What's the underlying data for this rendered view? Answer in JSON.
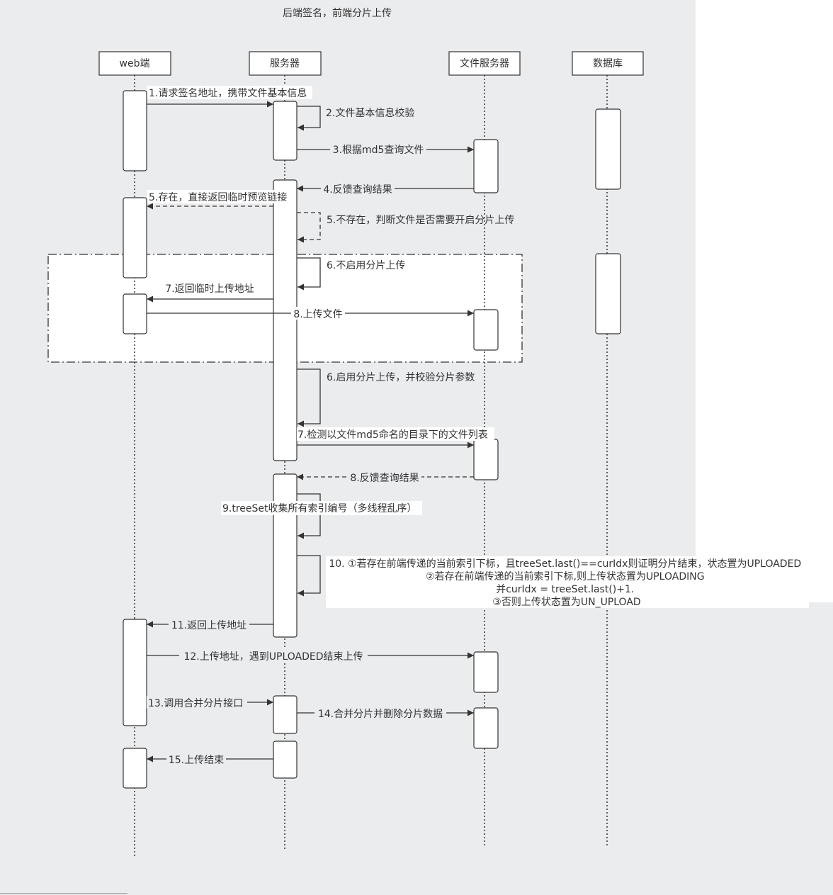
{
  "title": "后端签名，前端分片上传",
  "colors": {
    "canvas": "#ebecee",
    "line": "#333333",
    "box_fill": "#ffffff"
  },
  "participants": [
    {
      "id": "web",
      "label": "web端"
    },
    {
      "id": "server",
      "label": "服务器"
    },
    {
      "id": "fileserver",
      "label": "文件服务器"
    },
    {
      "id": "db",
      "label": "数据库"
    }
  ],
  "messages": [
    {
      "id": "m1",
      "label": "1.请求签名地址，携带文件基本信息"
    },
    {
      "id": "m2",
      "label": "2.文件基本信息校验"
    },
    {
      "id": "m3",
      "label": "3.根据md5查询文件"
    },
    {
      "id": "m4",
      "label": "4.反馈查询结果"
    },
    {
      "id": "m5a",
      "label": "5.存在，直接返回临时预览链接"
    },
    {
      "id": "m5b",
      "label": "5.不存在，判断文件是否需要开启分片上传"
    },
    {
      "id": "m6a",
      "label": "6.不启用分片上传"
    },
    {
      "id": "m7a",
      "label": "7.返回临时上传地址"
    },
    {
      "id": "m8a",
      "label": "8.上传文件"
    },
    {
      "id": "m6b",
      "label": "6.启用分片上传，并校验分片参数"
    },
    {
      "id": "m7b",
      "label": "7.检测以文件md5命名的目录下的文件列表"
    },
    {
      "id": "m8b",
      "label": "8.反馈查询结果"
    },
    {
      "id": "m9",
      "label": "9.treeSet收集所有索引编号（多线程乱序）"
    },
    {
      "id": "m10",
      "lines": [
        "10. ①若存在前端传递的当前索引下标，且treeSet.last()==curIdx则证明分片结束，状态置为UPLOADED",
        "②若存在前端传递的当前索引下标,则上传状态置为UPLOADING",
        "并curIdx = treeSet.last()+1.",
        "③否则上传状态置为UN_UPLOAD"
      ]
    },
    {
      "id": "m11",
      "label": "11.返回上传地址"
    },
    {
      "id": "m12",
      "label": "12.上传地址，遇到UPLOADED结束上传"
    },
    {
      "id": "m13",
      "label": "13.调用合并分片接口"
    },
    {
      "id": "m14",
      "label": "14.合并分片并删除分片数据"
    },
    {
      "id": "m15",
      "label": "15.上传结束"
    }
  ]
}
